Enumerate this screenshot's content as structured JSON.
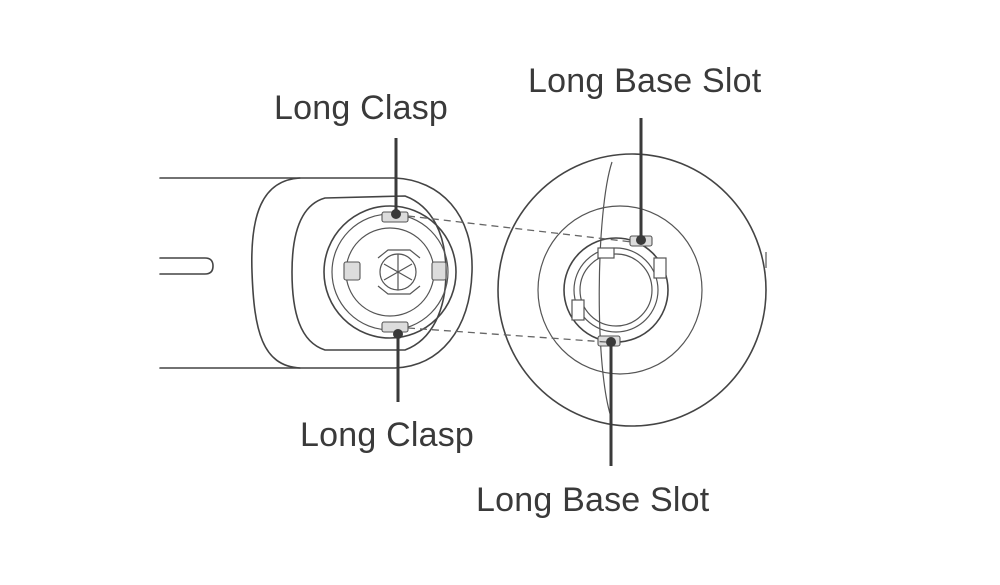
{
  "diagram": {
    "labels": {
      "clasp_top": "Long Clasp",
      "clasp_bottom": "Long Clasp",
      "slot_top": "Long Base Slot",
      "slot_bottom": "Long Base Slot"
    }
  }
}
